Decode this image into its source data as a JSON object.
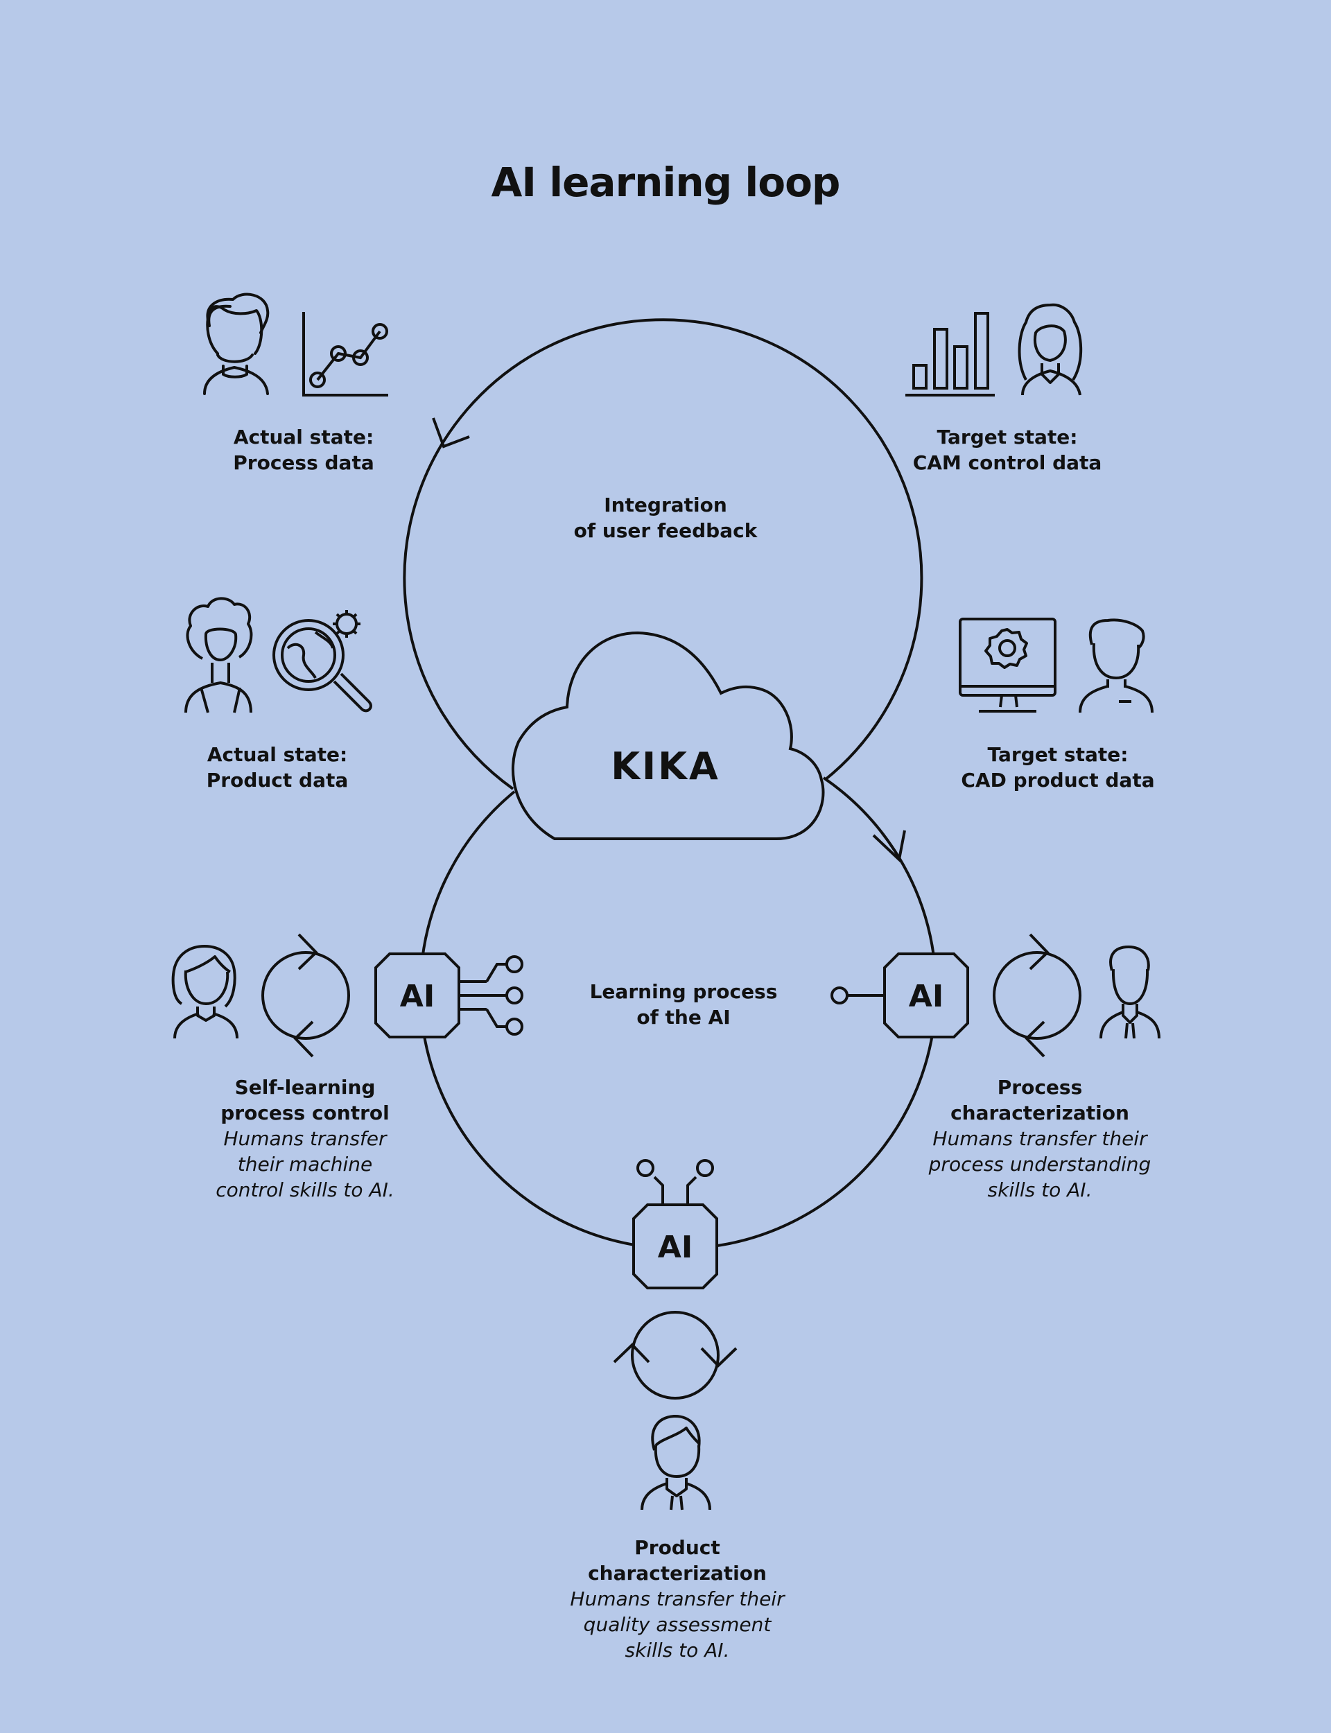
{
  "title": "AI learning loop",
  "hub": {
    "label": "KIKA"
  },
  "loop_labels": {
    "top": [
      "Integration",
      "of user feedback"
    ],
    "bottom": [
      "Learning process",
      "of the AI"
    ]
  },
  "chip_label": "AI",
  "nodes": {
    "actual_process": {
      "title": [
        "Actual state:",
        "Process data"
      ]
    },
    "target_cam": {
      "title": [
        "Target state:",
        "CAM control data"
      ]
    },
    "actual_product": {
      "title": [
        "Actual state:",
        "Product data"
      ]
    },
    "target_cad": {
      "title": [
        "Target state:",
        "CAD product data"
      ]
    },
    "self_learning": {
      "title": [
        "Self-learning",
        "process control"
      ],
      "desc": [
        "Humans transfer",
        "their machine",
        "control skills to AI."
      ]
    },
    "process_char": {
      "title": [
        "Process",
        "characterization"
      ],
      "desc": [
        "Humans transfer their",
        "process understanding",
        "skills to AI."
      ]
    },
    "product_char": {
      "title": [
        "Product",
        "characterization"
      ],
      "desc": [
        "Humans transfer their",
        "quality assessment",
        "skills to AI."
      ]
    }
  },
  "icons": [
    "person-icon",
    "line-chart-icon",
    "bar-chart-icon",
    "person-curly-hair-icon",
    "person-afro-icon",
    "magnifier-globe-gear-icon",
    "monitor-gear-icon",
    "person-short-hair-icon",
    "person-long-hair-icon",
    "cycle-icon",
    "ai-chip-icon",
    "cloud-icon",
    "arrow-icon"
  ],
  "colors": {
    "background": "#b7c9e9",
    "stroke": "#111111"
  }
}
